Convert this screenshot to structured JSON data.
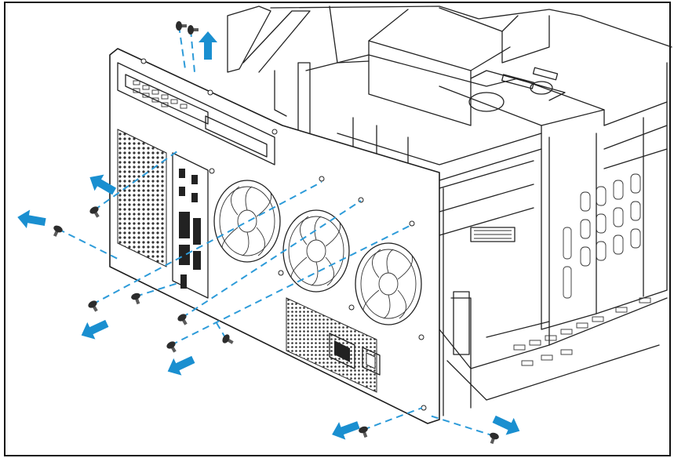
{
  "figure": {
    "type": "assembly-diagram",
    "subject": "pc-case-rear-panel-screw-removal",
    "screw_count": 12,
    "arrow_count": 7,
    "colors": {
      "arrow": "#1a8fd0",
      "dash": "#2d9bd9",
      "line_art": "#222222",
      "frame": "#111111",
      "background": "#ffffff"
    },
    "icons": [
      "screw-icon",
      "removal-arrow-icon",
      "fan-icon",
      "power-socket-icon",
      "power-switch-icon"
    ]
  }
}
